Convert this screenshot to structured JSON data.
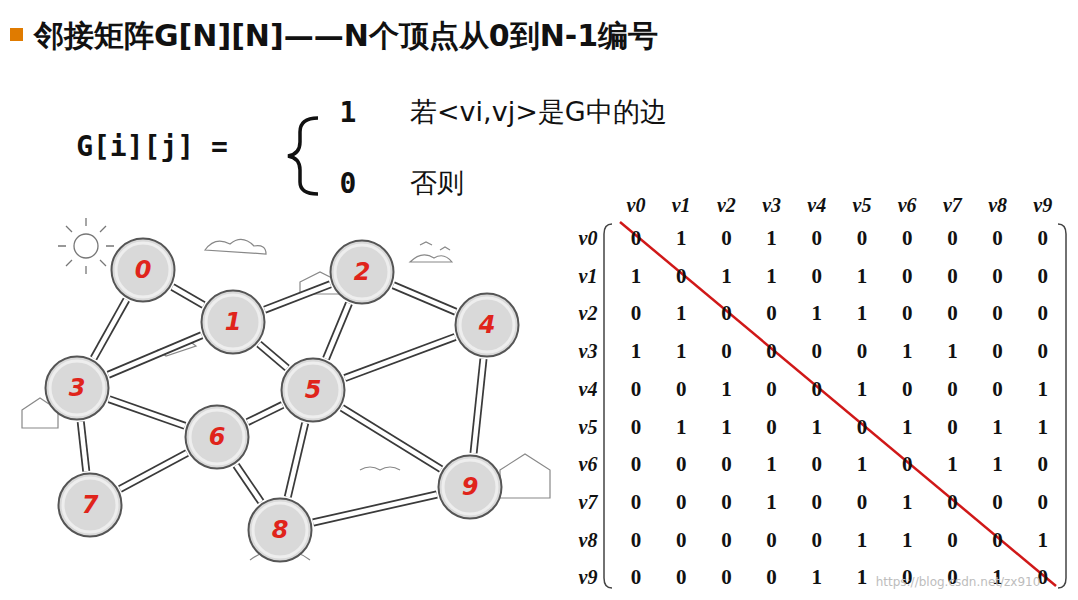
{
  "diagram": {
    "title": "邻接矩阵G[N][N]——N个顶点从0到N-1编号",
    "nodes": [
      {
        "text": [
          "0"
        ]
      },
      {
        "text": [
          "1"
        ]
      },
      {
        "text": [
          "2"
        ]
      },
      {
        "text": [
          "3"
        ]
      },
      {
        "text": [
          "4"
        ]
      },
      {
        "text": [
          "5"
        ]
      },
      {
        "text": [
          "6"
        ]
      },
      {
        "text": [
          "7"
        ]
      },
      {
        "text": [
          "8"
        ]
      },
      {
        "text": [
          "9"
        ]
      }
    ],
    "edges": [
      {
        "from": 0,
        "to": 1,
        "arrow": "none"
      },
      {
        "from": 0,
        "to": 3,
        "arrow": "none"
      },
      {
        "from": 1,
        "to": 2,
        "arrow": "none"
      },
      {
        "from": 1,
        "to": 3,
        "arrow": "none"
      },
      {
        "from": 1,
        "to": 5,
        "arrow": "none"
      },
      {
        "from": 2,
        "to": 4,
        "arrow": "none"
      },
      {
        "from": 2,
        "to": 5,
        "arrow": "none"
      },
      {
        "from": 3,
        "to": 6,
        "arrow": "none"
      },
      {
        "from": 3,
        "to": 7,
        "arrow": "none"
      },
      {
        "from": 4,
        "to": 5,
        "arrow": "none"
      },
      {
        "from": 4,
        "to": 9,
        "arrow": "none"
      },
      {
        "from": 5,
        "to": 6,
        "arrow": "none"
      },
      {
        "from": 5,
        "to": 8,
        "arrow": "none"
      },
      {
        "from": 5,
        "to": 9,
        "arrow": "none"
      },
      {
        "from": 6,
        "to": 7,
        "arrow": "none"
      },
      {
        "from": 6,
        "to": 8,
        "arrow": "none"
      },
      {
        "from": 8,
        "to": 9,
        "arrow": "none"
      }
    ],
    "labels": [
      "G[i][j] =",
      "1",
      "若<vi,vj>是G中的边",
      "0",
      "否则",
      "v0",
      "v1",
      "v2",
      "v3",
      "v4",
      "v5",
      "v6",
      "v7",
      "v8",
      "v9",
      "v0",
      "0",
      "1",
      "0",
      "1",
      "0",
      "0",
      "0",
      "0",
      "0",
      "0",
      "v1",
      "1",
      "0",
      "1",
      "1",
      "0",
      "1",
      "0",
      "0",
      "0",
      "0",
      "v2",
      "0",
      "1",
      "0",
      "0",
      "1",
      "1",
      "0",
      "0",
      "0",
      "0",
      "v3",
      "1",
      "1",
      "0",
      "0",
      "0",
      "0",
      "1",
      "1",
      "0",
      "0",
      "v4",
      "0",
      "0",
      "1",
      "0",
      "0",
      "1",
      "0",
      "0",
      "0",
      "1",
      "v5",
      "0",
      "1",
      "1",
      "0",
      "1",
      "0",
      "1",
      "0",
      "1",
      "1",
      "v6",
      "0",
      "0",
      "0",
      "1",
      "0",
      "1",
      "0",
      "1",
      "1",
      "0",
      "v7",
      "0",
      "0",
      "0",
      "1",
      "0",
      "0",
      "1",
      "0",
      "0",
      "0",
      "v8",
      "0",
      "0",
      "0",
      "0",
      "0",
      "1",
      "1",
      "0",
      "0",
      "1",
      "v9",
      "0",
      "0",
      "0",
      "0",
      "1",
      "1",
      "0",
      "0",
      "1",
      "0",
      "https://blog.csdn.net/zx910"
    ]
  }
}
